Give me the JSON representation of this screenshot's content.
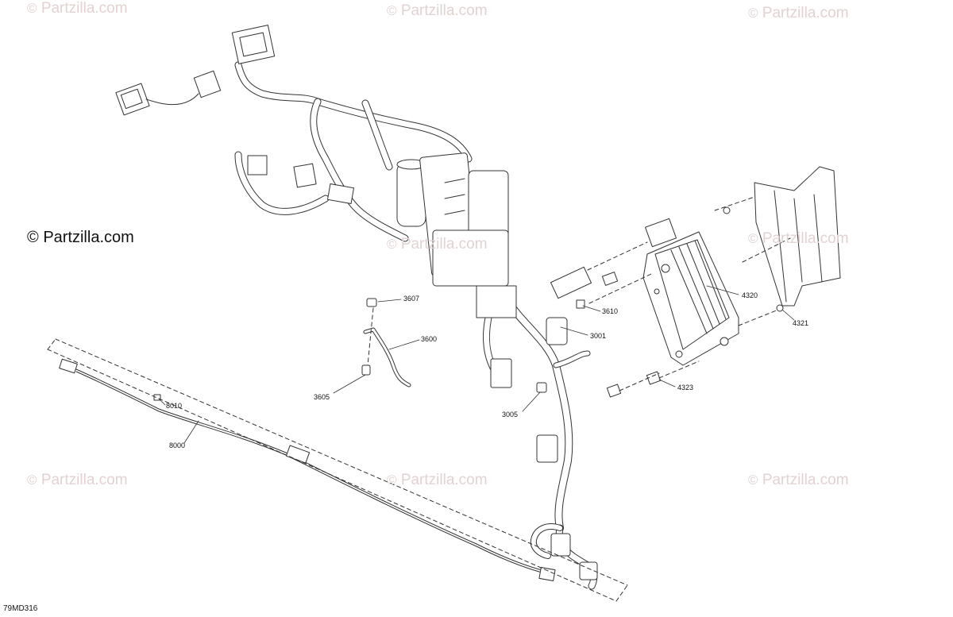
{
  "watermark": {
    "symbol": "©",
    "text": "Partzilla.com",
    "color": "#e2d2d2"
  },
  "brand": {
    "symbol": "©",
    "text": "Partzilla.com"
  },
  "callouts": {
    "c3607": "3607",
    "c3600": "3600",
    "c3605": "3605",
    "c3610": "3610",
    "c3001": "3001",
    "c3005": "3005",
    "c4320": "4320",
    "c4321": "4321",
    "c4323": "4323",
    "c8010": "8010",
    "c8000": "8000"
  },
  "diagram_code": "79MD316"
}
